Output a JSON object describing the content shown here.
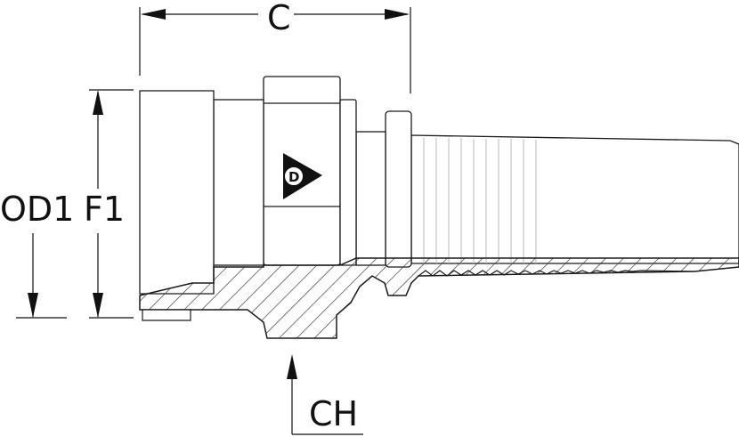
{
  "dimensions": {
    "c_label": "C",
    "od1_label": "OD1",
    "f1_label": "F1",
    "ch_label": "CH"
  },
  "logo": {
    "icon": "dunlop-d-arrow-logo"
  },
  "colors": {
    "outline": "#1a1a1a",
    "fill": "#ffffff",
    "hatch": "#333333"
  }
}
